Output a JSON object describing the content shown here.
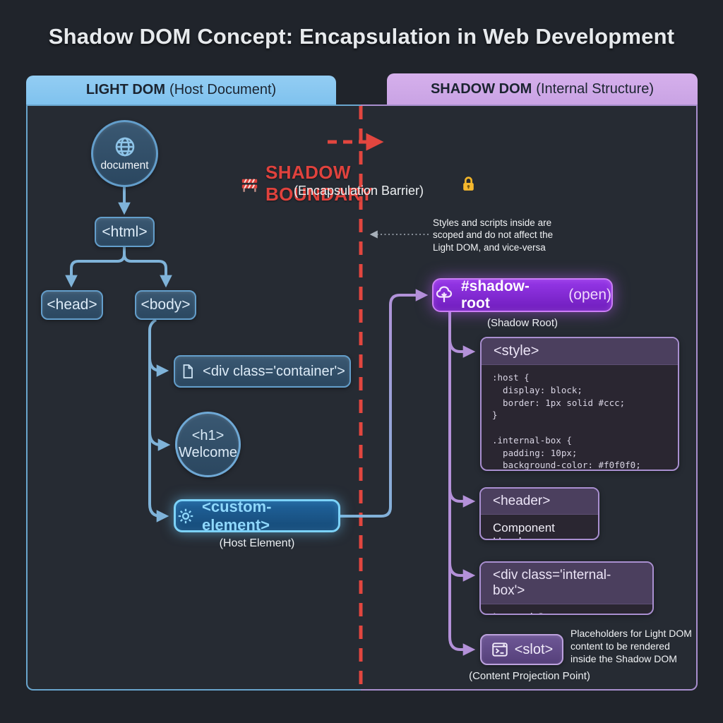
{
  "title": "Shadow DOM Concept: Encapsulation in Web Development",
  "tabs": {
    "light": {
      "bold": "LIGHT DOM",
      "rest": "(Host Document)"
    },
    "shadow": {
      "bold": "SHADOW DOM",
      "rest": "(Internal Structure)"
    }
  },
  "boundary": {
    "label": "SHADOW BOUNDARY",
    "sublabel": "(Encapsulation Barrier)",
    "icons": [
      "construction-barrier-icon",
      "lock-icon"
    ],
    "note": "Styles and scripts inside are scoped and do not affect the Light DOM, and vice-versa"
  },
  "light_dom": {
    "document": {
      "label": "document",
      "icon": "globe-icon"
    },
    "html": {
      "label": "<html>"
    },
    "head": {
      "label": "<head>"
    },
    "body": {
      "label": "<body>"
    },
    "container_div": {
      "label": "<div class='container'>",
      "icon": "file-icon"
    },
    "h1": {
      "tag": "<h1>",
      "text": "Welcome"
    },
    "custom_element": {
      "label": "<custom-element>",
      "icon": "gear-icon",
      "caption": "(Host Element)"
    }
  },
  "shadow_dom": {
    "shadow_root": {
      "label_bold": "#shadow-root",
      "label_rest": "(open)",
      "icon": "tree-icon",
      "caption": "(Shadow Root)"
    },
    "style": {
      "tag": "<style>",
      "code_lines": [
        ":host {",
        "  display: block;",
        "  border: 1px solid #ccc;",
        "}",
        "",
        ".internal-box {",
        "  padding: 10px;",
        "  background-color: #f0f0f0;",
        "}"
      ]
    },
    "header": {
      "tag": "<header>",
      "content": "Component Header"
    },
    "internal_div": {
      "tag": "<div class='internal-box'>",
      "content": "Internal Content"
    },
    "slot": {
      "tag": "<slot>",
      "icon": "terminal-icon",
      "caption": "(Content Projection Point)",
      "note": "Placeholders for Light DOM content to be rendered inside the Shadow DOM"
    }
  },
  "colors": {
    "background": "#20242b",
    "panel_fill": "#262b33",
    "light_accent": "#7fc2ee",
    "light_border": "#69a5cd",
    "shadow_accent": "#c9a3e4",
    "shadow_border": "#a88fce",
    "boundary_red": "#e0423d",
    "custom_element_glow": "#7cd2f8",
    "shadow_root_fill": "#8a2fd4"
  }
}
